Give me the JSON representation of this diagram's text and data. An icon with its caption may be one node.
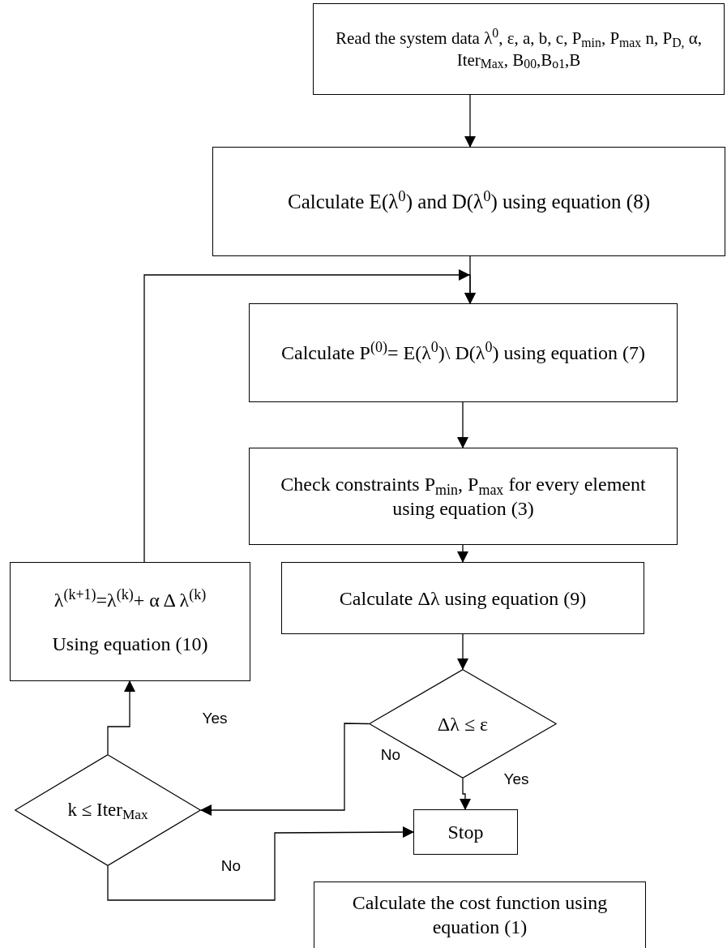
{
  "diagram": {
    "nodes": [
      {
        "text": [
          "Read the system data λ$^{0}$, ε, a, b, c, P$_{min}$, P$_{max}$ n, P$_{D,}$ α, Iter$_{Max}$, B$_{00}$,B$_{o1}$,B"
        ]
      },
      {
        "text": [
          "Calculate E(λ$^{0}$) and D(λ$^{0}$) using equation (8)"
        ]
      },
      {
        "text": [
          "Calculate P$^{(0)}$= E(λ$^{0}$)\\ D(λ$^{0}$) using equation (7)"
        ]
      },
      {
        "text": [
          "Check constraints P$_{min}$, P$_{max}$ for every element using equation (3)"
        ]
      },
      {
        "text": [
          "Calculate Δλ using equation (9)"
        ]
      },
      {
        "text": [
          "Δλ ≤ ε"
        ]
      },
      {
        "text": [
          "λ$^{(k+1)}$=λ$^{(k)}$+ α Δ λ$^{(k)}$",
          "Using equation (10)"
        ]
      },
      {
        "text": [
          "k ≤ Iter$_{Max}$"
        ]
      },
      {
        "text": [
          "Stop"
        ]
      },
      {
        "text": [
          "Calculate the cost function using equation (1)"
        ]
      }
    ],
    "edges": [
      {
        "from": 0,
        "to": 1,
        "arrow": "to"
      },
      {
        "from": 1,
        "to": 2,
        "arrow": "to"
      },
      {
        "from": 6,
        "to": 2,
        "arrow": "to"
      },
      {
        "from": 2,
        "to": 3,
        "arrow": "to"
      },
      {
        "from": 3,
        "to": 4,
        "arrow": "to"
      },
      {
        "from": 4,
        "to": 5,
        "arrow": "to"
      },
      {
        "from": 5,
        "to": 8,
        "arrow": "to",
        "label": "Yes"
      },
      {
        "from": 5,
        "to": 7,
        "arrow": "to",
        "label": "No"
      },
      {
        "from": 7,
        "to": 6,
        "arrow": "to",
        "label": "Yes"
      },
      {
        "from": 7,
        "to": 8,
        "arrow": "to",
        "label": "No"
      }
    ]
  }
}
